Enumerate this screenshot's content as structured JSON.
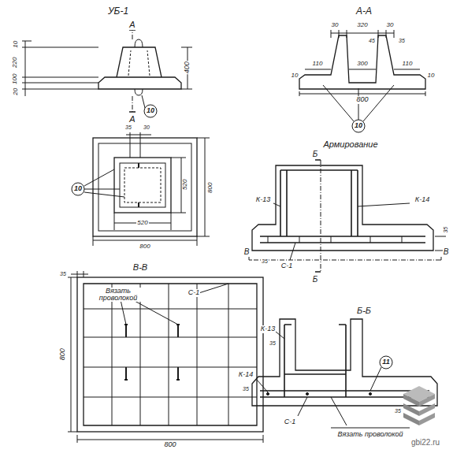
{
  "diagram": {
    "labels": [
      "УБ-1",
      "А",
      "А",
      "10",
      "400",
      "20",
      "100",
      "220",
      "10",
      "А-А",
      "30",
      "320",
      "30",
      "45",
      "35",
      "110",
      "300",
      "110",
      "10",
      "10",
      "800",
      "10",
      "35",
      "30",
      "10",
      "520",
      "800",
      "520",
      "800",
      "Армирование",
      "Б",
      "Б",
      "К-13",
      "К-14",
      "35",
      "В",
      "В",
      "35",
      "С-1",
      "В-В",
      "35",
      "Вязать проволокой",
      "С-1",
      "800",
      "800",
      "Б-Б",
      "К-13",
      "35",
      "К-14",
      "35",
      "11",
      "35",
      "С-1",
      "Вязать проволокой",
      "gbi22.ru"
    ]
  }
}
